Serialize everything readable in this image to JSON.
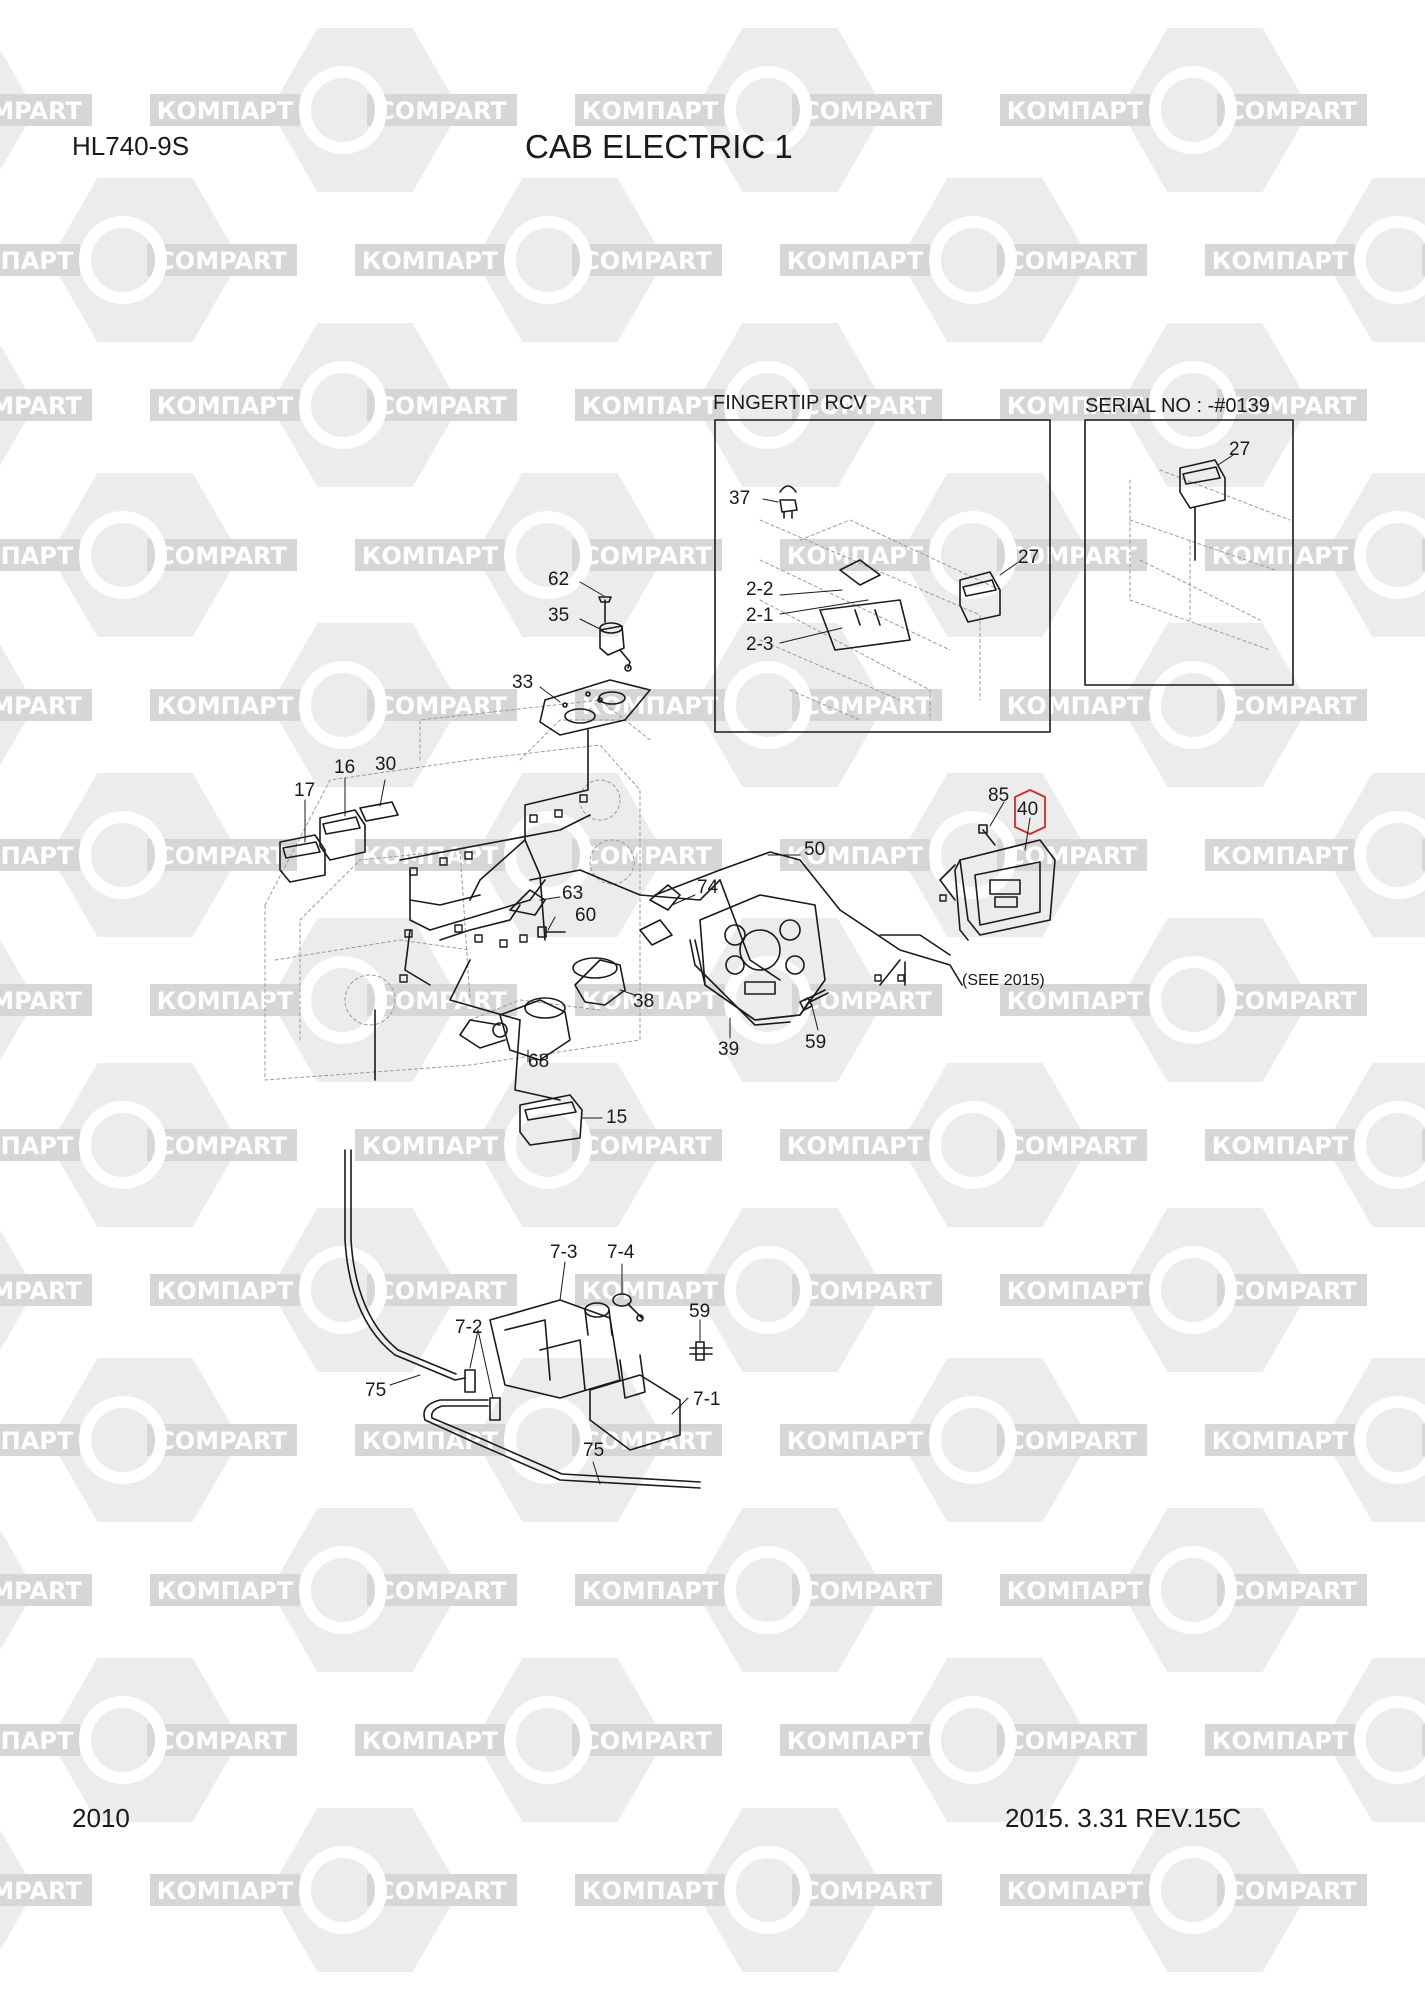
{
  "header": {
    "model": "HL740-9S",
    "title": "CAB ELECTRIC 1"
  },
  "footer": {
    "group": "2010",
    "revision": "2015. 3.31  REV.15C"
  },
  "watermark": {
    "brand_cyrillic": "КОМПАРТ",
    "brand_latin": "COMPART"
  },
  "insets": {
    "fingertip": {
      "label": "FINGERTIP RCV"
    },
    "serial": {
      "label": "SERIAL NO : -#0139"
    }
  },
  "callouts": {
    "p62": "62",
    "p35": "35",
    "p33": "33",
    "p17": "17",
    "p16": "16",
    "p30": "30",
    "p63": "63",
    "p60": "60",
    "p74": "74",
    "p50": "50",
    "p85": "85",
    "p40": "40",
    "see": "(SEE 2015)",
    "p38": "38",
    "p39": "39",
    "p59a": "59",
    "p68": "68",
    "p15": "15",
    "p37": "37",
    "p22": "2-2",
    "p21": "2-1",
    "p23": "2-3",
    "p27a": "27",
    "p27b": "27",
    "p73": "7-3",
    "p74b": "7-4",
    "p59b": "59",
    "p72": "7-2",
    "p75a": "75",
    "p75b": "75",
    "p71": "7-1"
  },
  "colors": {
    "line": "#1a1a1a",
    "ghost": "#9a9a9a",
    "highlight": "#d62828",
    "watermark": "#d6d6d6"
  }
}
